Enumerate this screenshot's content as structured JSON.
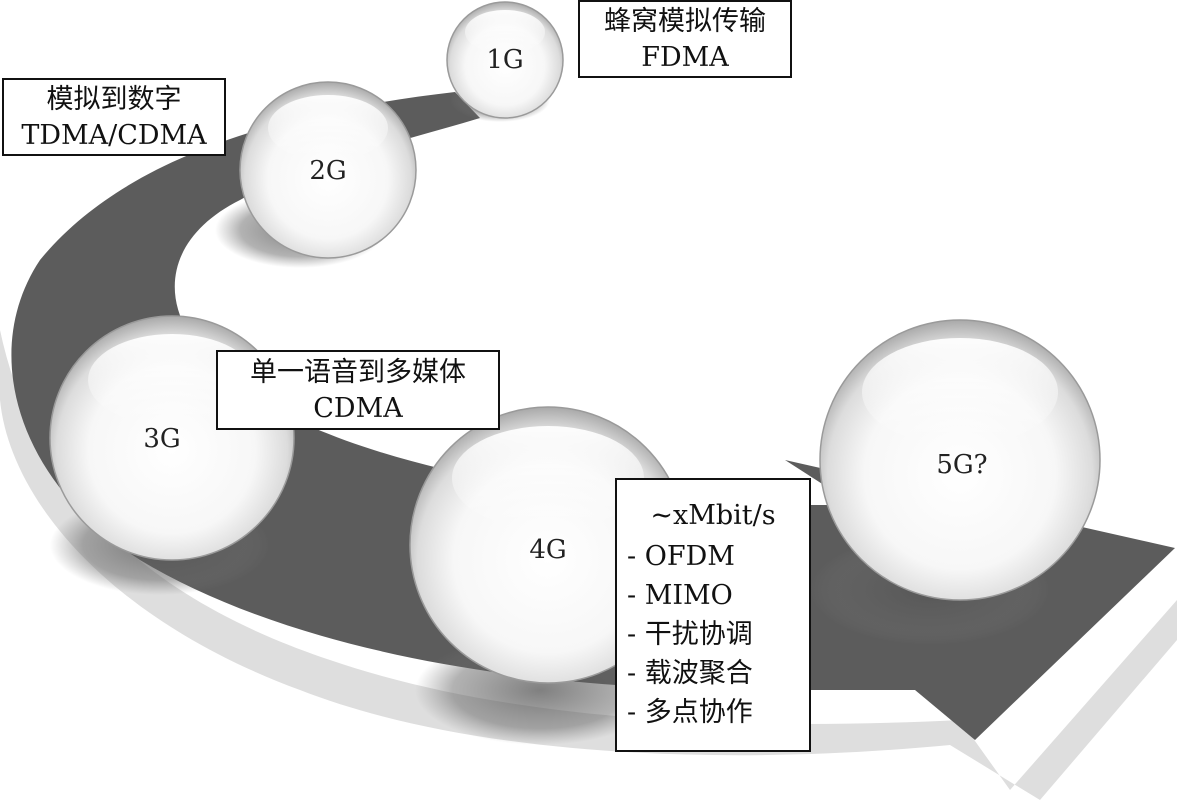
{
  "generations": [
    {
      "label": "1G"
    },
    {
      "label": "2G"
    },
    {
      "label": "3G"
    },
    {
      "label": "4G"
    },
    {
      "label": "5G?"
    }
  ],
  "boxes": {
    "g1": {
      "line1": "蜂窝模拟传输",
      "line2": "FDMA"
    },
    "g2": {
      "line1": "模拟到数字",
      "line2": "TDMA/CDMA"
    },
    "g3": {
      "line1": "单一语音到多媒体",
      "line2": "CDMA"
    },
    "g4": {
      "rate": "~xMbit/s",
      "items": [
        "- OFDM",
        "- MIMO",
        "- 干扰协调",
        "- 载波聚合",
        "- 多点协作"
      ]
    }
  },
  "colors": {
    "arrow": "#5c5c5c",
    "arrow_shadow": "#d9d9d9",
    "sphere_rim": "#bdbdbd",
    "border": "#111111"
  }
}
